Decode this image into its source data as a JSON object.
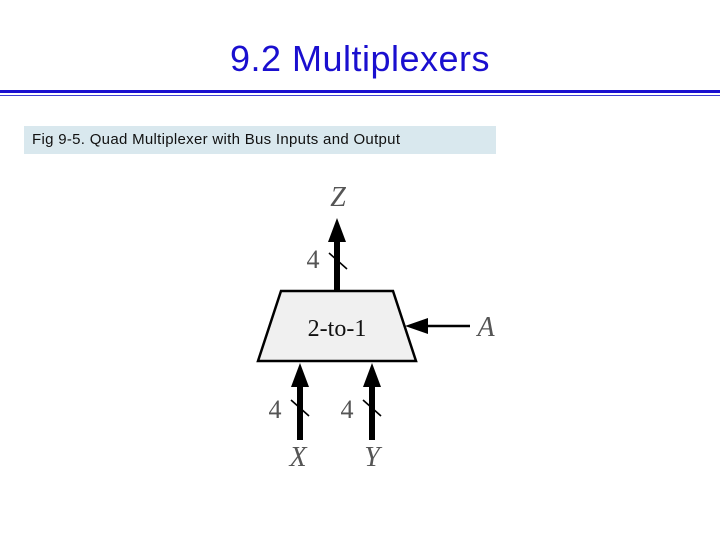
{
  "slide": {
    "title": "9.2  Multiplexers",
    "caption": "Fig 9-5. Quad Multiplexer with Bus Inputs and Output"
  },
  "diagram": {
    "block_label": "2-to-1",
    "output_label": "Z",
    "select_label": "A",
    "input_x_label": "X",
    "input_y_label": "Y",
    "bus_width_output": "4",
    "bus_width_x": "4",
    "bus_width_y": "4",
    "colors": {
      "title": "#1a0fcf",
      "caption_bg": "#d9e8ee",
      "block_fill": "#f0f0f0",
      "line": "#000000",
      "label": "#555555"
    }
  }
}
